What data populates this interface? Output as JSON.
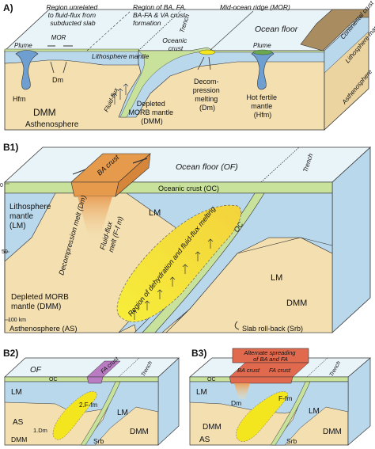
{
  "panel_a": {
    "label": "A)",
    "region_unrelated": [
      "Region unrelated",
      "to fluid-flux from",
      "subducted slab"
    ],
    "region_ba": [
      "Region of BA, FA,",
      "BA-FA & VA crust",
      "formation"
    ],
    "mor_title": "Mid-ocean ridge (MOR)",
    "trench": "Trench",
    "continental_crust": "Continental crust",
    "lithosphere_mantle_side": "Lithosphere mantle",
    "asthenosphere_side": "Asthenosphere",
    "mor_small": "MOR",
    "plume_left": "Plume",
    "plume_right": "Plume",
    "lithosphere_mantle": "Lithosphere mantle",
    "oceanic_crust": [
      "Oceanic",
      "crust"
    ],
    "ocean_floor": "Ocean floor",
    "fluid_flux": "Fluid-flux",
    "hfm_left": "Hfm",
    "dm": "Dm",
    "dmm": "DMM",
    "asthenosphere": "Asthenosphere",
    "depleted_morb": [
      "Depleted",
      "MORB mantle",
      "(DMM)"
    ],
    "decompression": [
      "Decom-",
      "pression",
      "melting",
      "(Dm)"
    ],
    "hot_fertile": [
      "Hot fertile",
      "mantle",
      "(Hfm)"
    ]
  },
  "panel_b1": {
    "label": "B1)",
    "ba_crust": "BA crust",
    "ocean_floor": "Ocean floor (OF)",
    "trench": "Trench",
    "oceanic_crust": "Oceanic crust (OC)",
    "depth_0": "0",
    "depth_50": "50",
    "depth_100": "100 km",
    "lithosphere_mantle": [
      "Lithosphere",
      "mantle",
      "(LM)"
    ],
    "lm_top": "LM",
    "lm_mid": "LM",
    "oc": "OC",
    "decompression_melt": "Decompression melt (Dm)",
    "fluid_flux_melt": [
      "Fluid-flux",
      "melt (F-f m)"
    ],
    "region_dehydration": "Region of dehydration and fluid-flux melting",
    "depleted_morb": [
      "Depleted MORB",
      "mantle (DMM)"
    ],
    "dmm": "DMM",
    "asthenosphere": "Asthenosphere (AS)",
    "slab_rollback": "Slab roll-back (Srb)"
  },
  "panel_b2": {
    "label": "B2)",
    "of": "OF",
    "fa_crust": "FA crust",
    "trench": "Trench",
    "oc": "OC",
    "lm_left": "LM",
    "lm_right": "LM",
    "f_fm": "2.F-fm",
    "dm": "1.Dm",
    "as": "AS",
    "dmm_bottom": "DMM",
    "dmm_right": "DMM",
    "srb": "Srb"
  },
  "panel_b3": {
    "label": "B3)",
    "alternate": [
      "Alternate spreading",
      "of BA and FA"
    ],
    "ba_crust": "BA crust",
    "fa_crust": "FA crust",
    "trench": "Trench",
    "oc": "OC",
    "lm_left": "LM",
    "lm_right": "LM",
    "dm": "Dm",
    "f_fm": "F-fm",
    "dmm_left": "DMM",
    "dmm_right": "DMM",
    "as": "AS",
    "srb": "Srb"
  },
  "colors": {
    "asthenosphere": "#f3dfb0",
    "lithosphere": "#b9d8ec",
    "oceanic_crust": "#c8e29c",
    "ocean_top": "#e9f4f9",
    "ba_crust": "#e69a4c",
    "fa_crust": "#b97bc2",
    "alternate_box": "#e0694e",
    "melt": "#f3e51e",
    "continental": "#a98d60",
    "plume_fill": "#6f9ed0"
  }
}
